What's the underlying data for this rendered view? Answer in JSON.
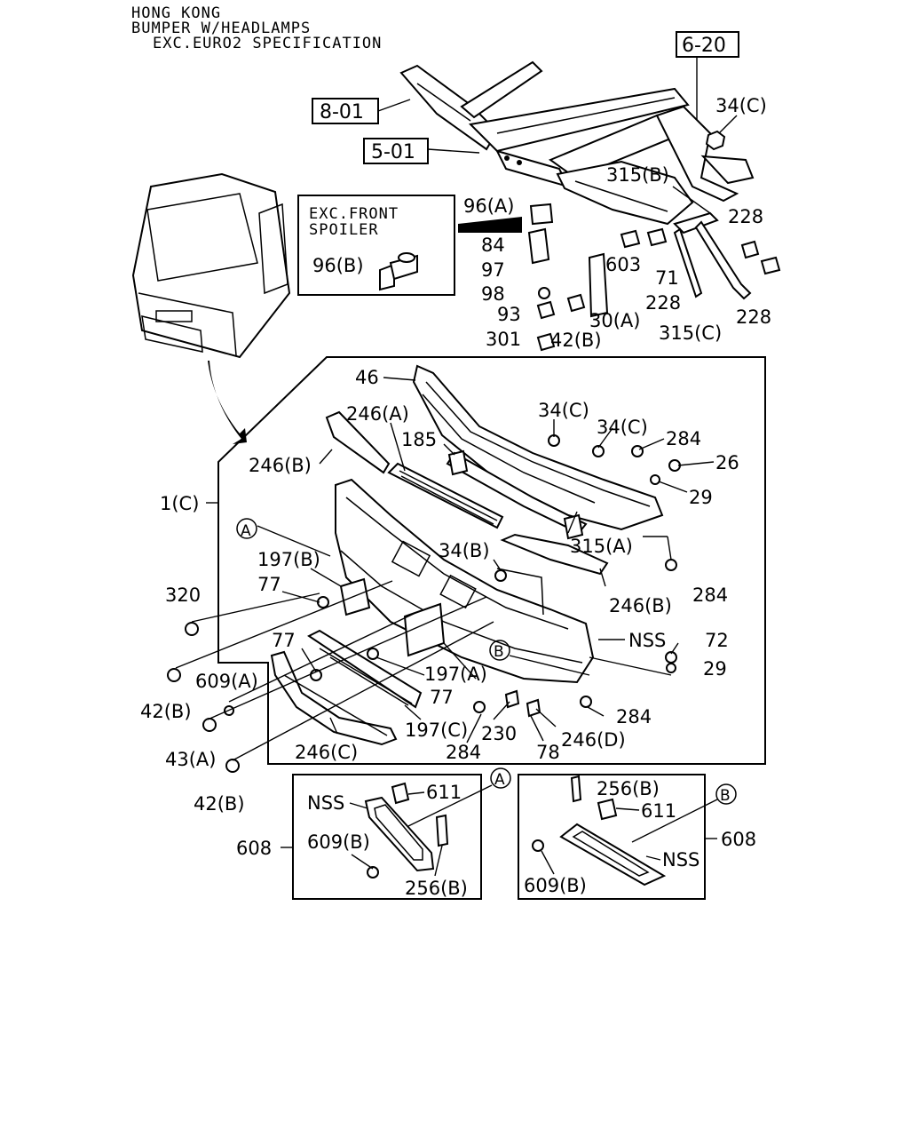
{
  "header": {
    "line1": "HONG KONG",
    "line2": "BUMPER W/HEADLAMPS",
    "line3": "EXC.EURO2 SPECIFICATION"
  },
  "refs": {
    "r620": "6-20",
    "r801": "8-01",
    "r501": "5-01"
  },
  "inset": {
    "title1": "EXC.FRONT",
    "title2": "SPOILER",
    "part": "96(B)"
  },
  "labels": {
    "l34c_top": "34(C)",
    "l315b": "315(B)",
    "l96a": "96(A)",
    "l228_a": "228",
    "l84": "84",
    "l97": "97",
    "l603": "603",
    "l71": "71",
    "l98": "98",
    "l228_b": "228",
    "l228_c": "228",
    "l93": "93",
    "l30a": "30(A)",
    "l301": "301",
    "l42b_top": "42(B)",
    "l315c": "315(C)",
    "l46": "46",
    "l246a": "246(A)",
    "l34c_m1": "34(C)",
    "l34c_m2": "34(C)",
    "l284_a": "284",
    "l185": "185",
    "l246b_left": "246(B)",
    "l26": "26",
    "l29_a": "29",
    "l1c": "1(C)",
    "l315a": "315(A)",
    "lA_1": "A",
    "l34b": "34(B)",
    "l197b": "197(B)",
    "l284_b": "284",
    "l320": "320",
    "l77_a": "77",
    "l246b_right": "246(B)",
    "lnss_main": "NSS",
    "l72": "72",
    "l77_b": "77",
    "lB_1": "B",
    "l29_b": "29",
    "l42b_mid": "42(B)",
    "l609a": "609(A)",
    "l197a": "197(A)",
    "l77_c": "77",
    "l284_c": "284",
    "l197c": "197(C)",
    "l230": "230",
    "l246d": "246(D)",
    "l43a": "43(A)",
    "l246c": "246(C)",
    "l284_d": "284",
    "l78": "78",
    "l42b_bot": "42(B)"
  },
  "detailA": {
    "marker": "A",
    "p611": "611",
    "nss": "NSS",
    "p609b": "609(B)",
    "p256b": "256(B)",
    "p608": "608"
  },
  "detailB": {
    "marker": "B",
    "p256b": "256(B)",
    "p611": "611",
    "p608": "608",
    "nss": "NSS",
    "p609b": "609(B)"
  }
}
